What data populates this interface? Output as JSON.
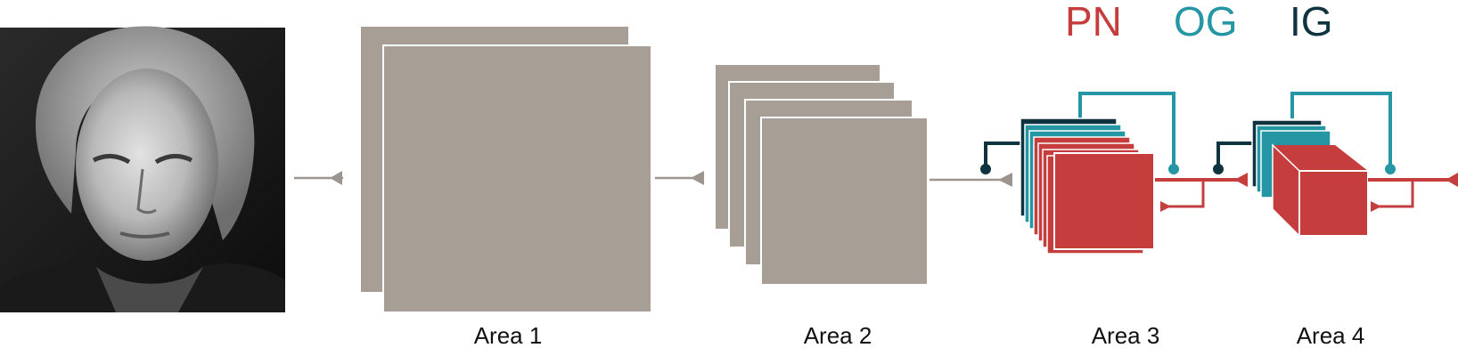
{
  "legend": [
    {
      "label": "PN",
      "color": "#c53d3d"
    },
    {
      "label": "OG",
      "color": "#2596a3"
    },
    {
      "label": "IG",
      "color": "#0f3440"
    }
  ],
  "areas": [
    {
      "label": "Area 1"
    },
    {
      "label": "Area 2"
    },
    {
      "label": "Area 3"
    },
    {
      "label": "Area 4"
    }
  ],
  "colors": {
    "feature_map": "#a79e96",
    "connector": "#9c958f",
    "pn": "#c53d3d",
    "og": "#2596a3",
    "ig": "#0f3440"
  },
  "portrait": {
    "description_icon": "portrait-photo"
  }
}
